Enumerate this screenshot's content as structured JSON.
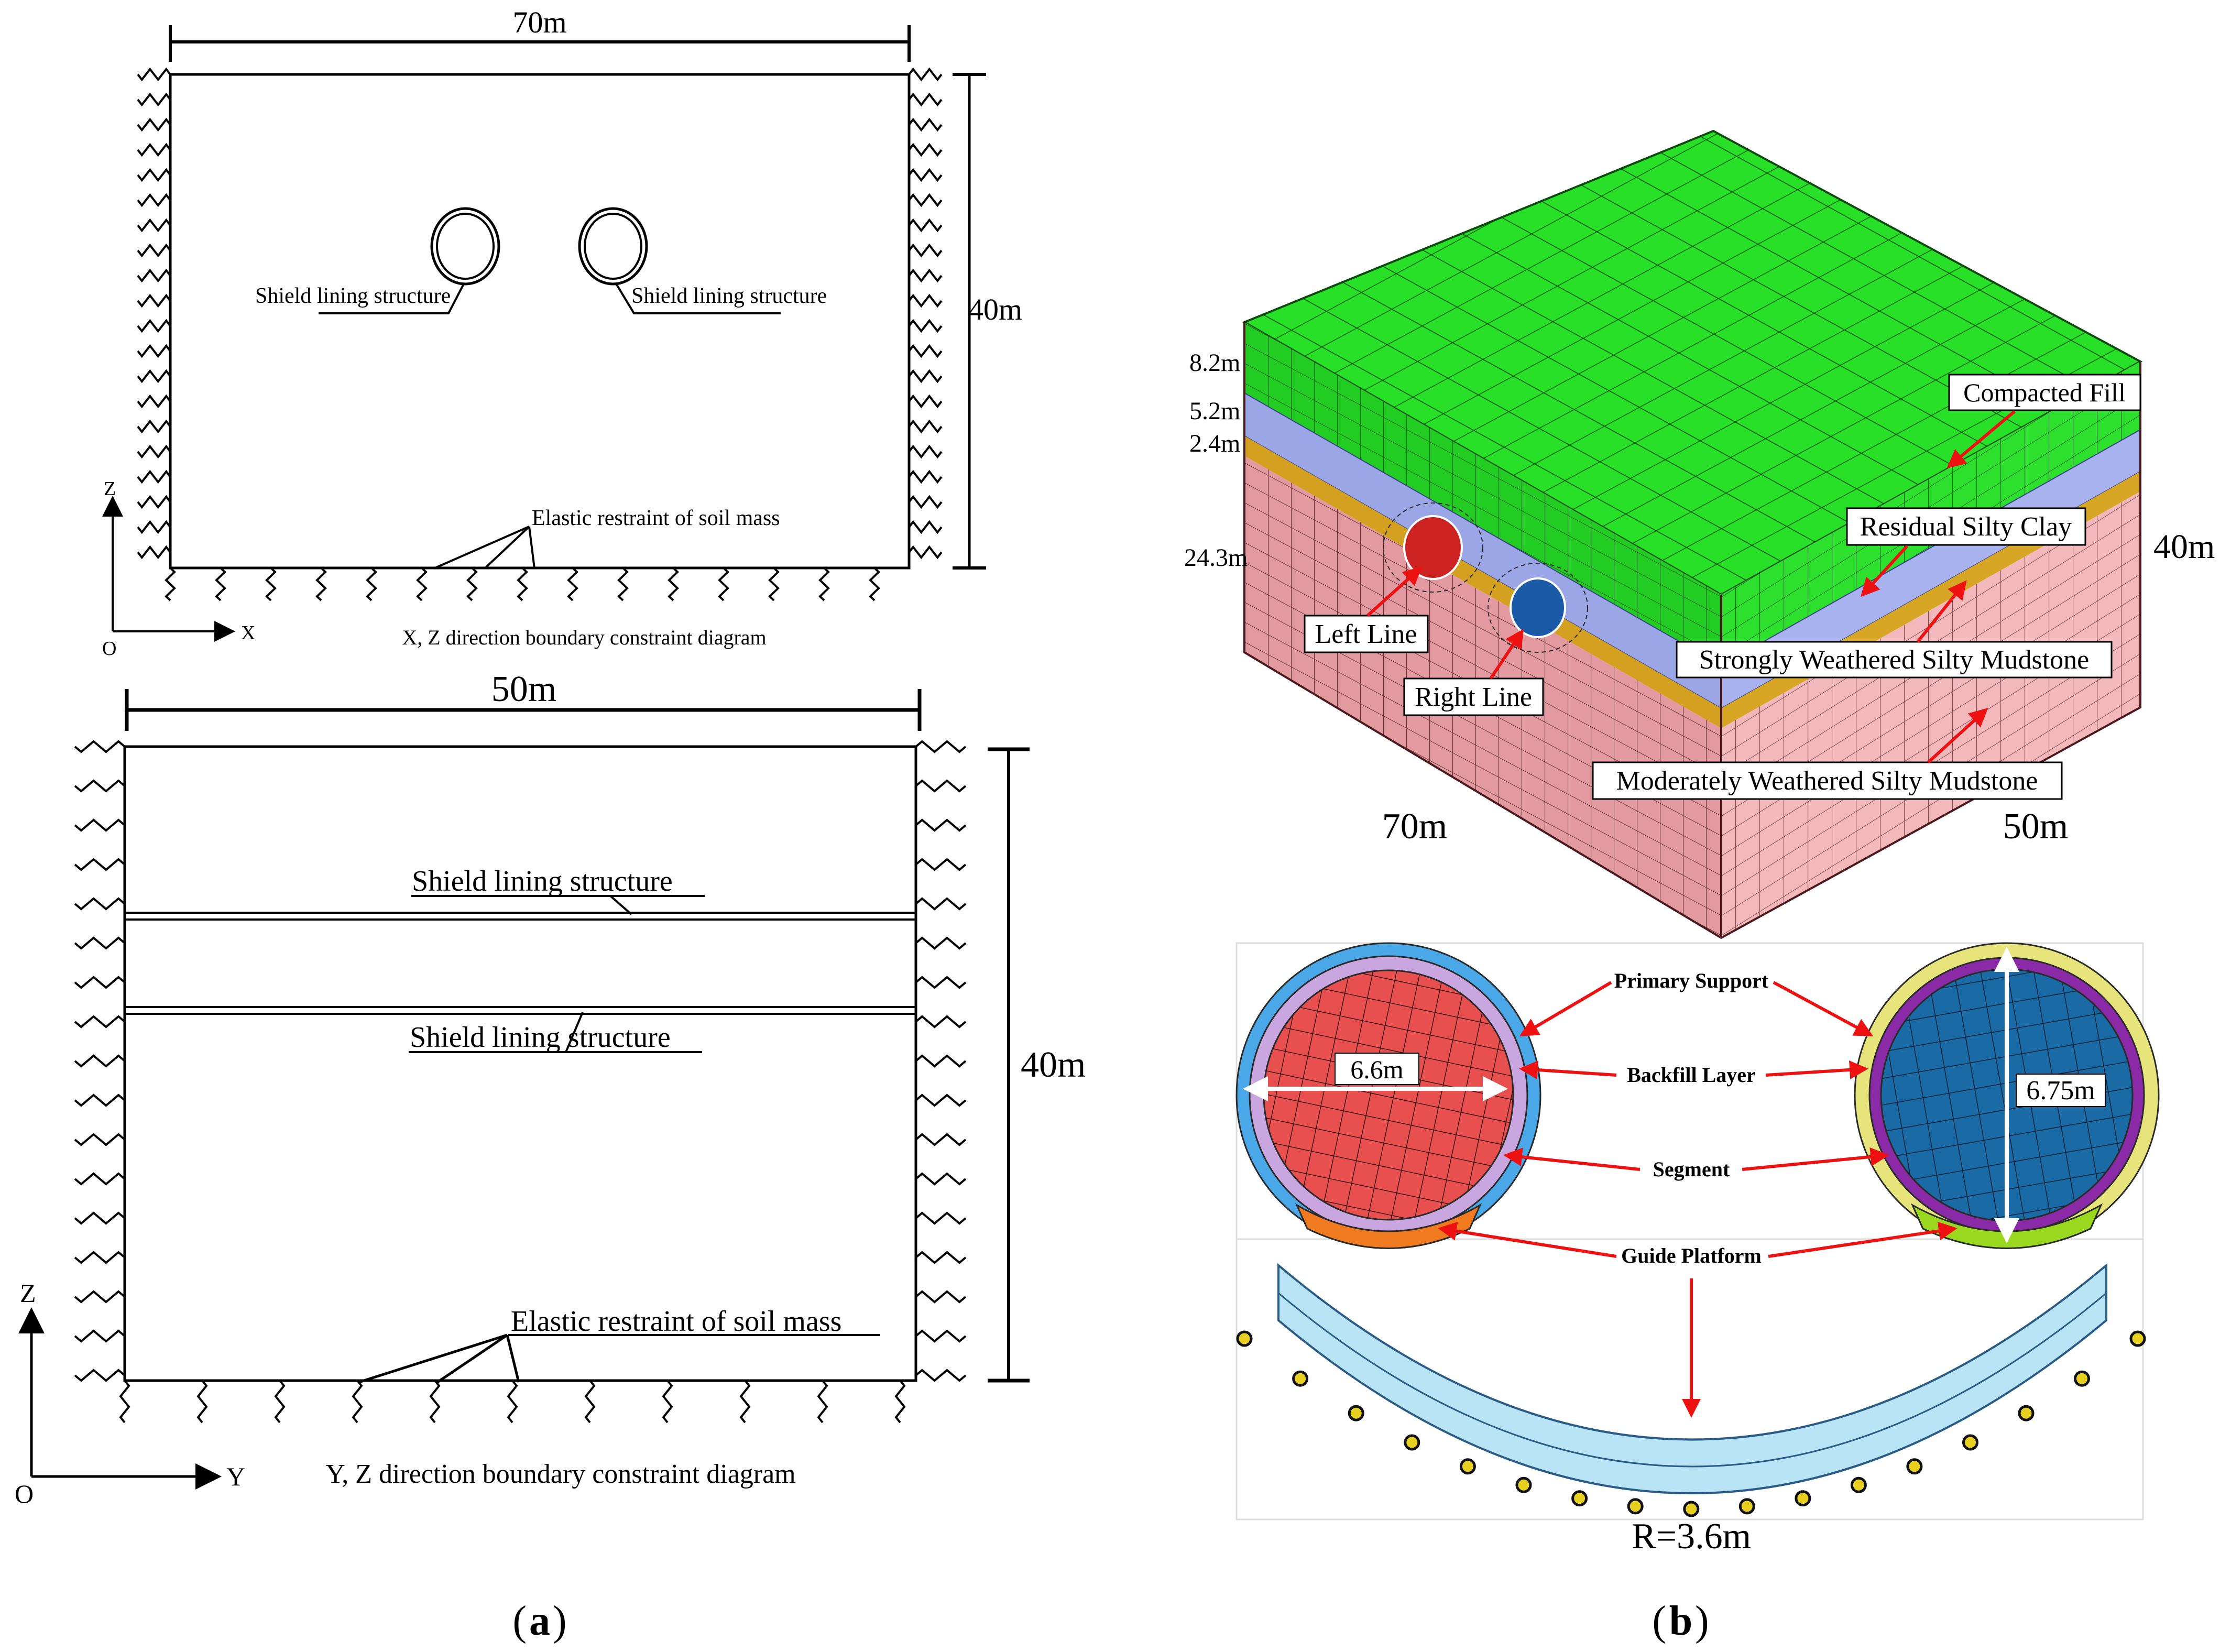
{
  "panel_a": {
    "caption_letter": "a",
    "xz": {
      "width_label": "70m",
      "height_label": "40m",
      "tunnel_label_left": "Shield lining structure",
      "tunnel_label_right": "Shield lining structure",
      "restraint_label": "Elastic restraint of soil mass",
      "axis_z": "Z",
      "axis_x": "X",
      "origin": "O",
      "title": "X, Z direction boundary constraint diagram"
    },
    "yz": {
      "width_label": "50m",
      "height_label": "40m",
      "tunnel_label_top": "Shield lining structure",
      "tunnel_label_bottom": "Shield lining structure",
      "restraint_label": "Elastic restraint of soil mass",
      "axis_z": "Z",
      "axis_y": "Y",
      "origin": "O",
      "title": "Y, Z direction boundary constraint diagram"
    }
  },
  "panel_b": {
    "caption_letter": "b",
    "model": {
      "layer_thickness": [
        "8.2m",
        "5.2m",
        "2.4m",
        "24.3m"
      ],
      "height_label": "40m",
      "length_label": "70m",
      "width_label": "50m",
      "layers": [
        {
          "name": "Compacted Fill",
          "color": "#22dd22"
        },
        {
          "name": "Residual Silty Clay",
          "color": "#9aa6e6"
        },
        {
          "name": "Strongly Weathered Silty Mudstone",
          "color": "#d4a020"
        },
        {
          "name": "Moderately Weathered Silty Mudstone",
          "color": "#e8a8ac"
        }
      ],
      "left_line": "Left Line",
      "right_line": "Right Line"
    },
    "sections": {
      "left_diameter": "6.6m",
      "right_diameter": "6.75m",
      "component_labels": [
        "Primary Support",
        "Backfill Layer",
        "Segment",
        "Guide Platform"
      ],
      "radius_label": "R=3.6m"
    }
  }
}
